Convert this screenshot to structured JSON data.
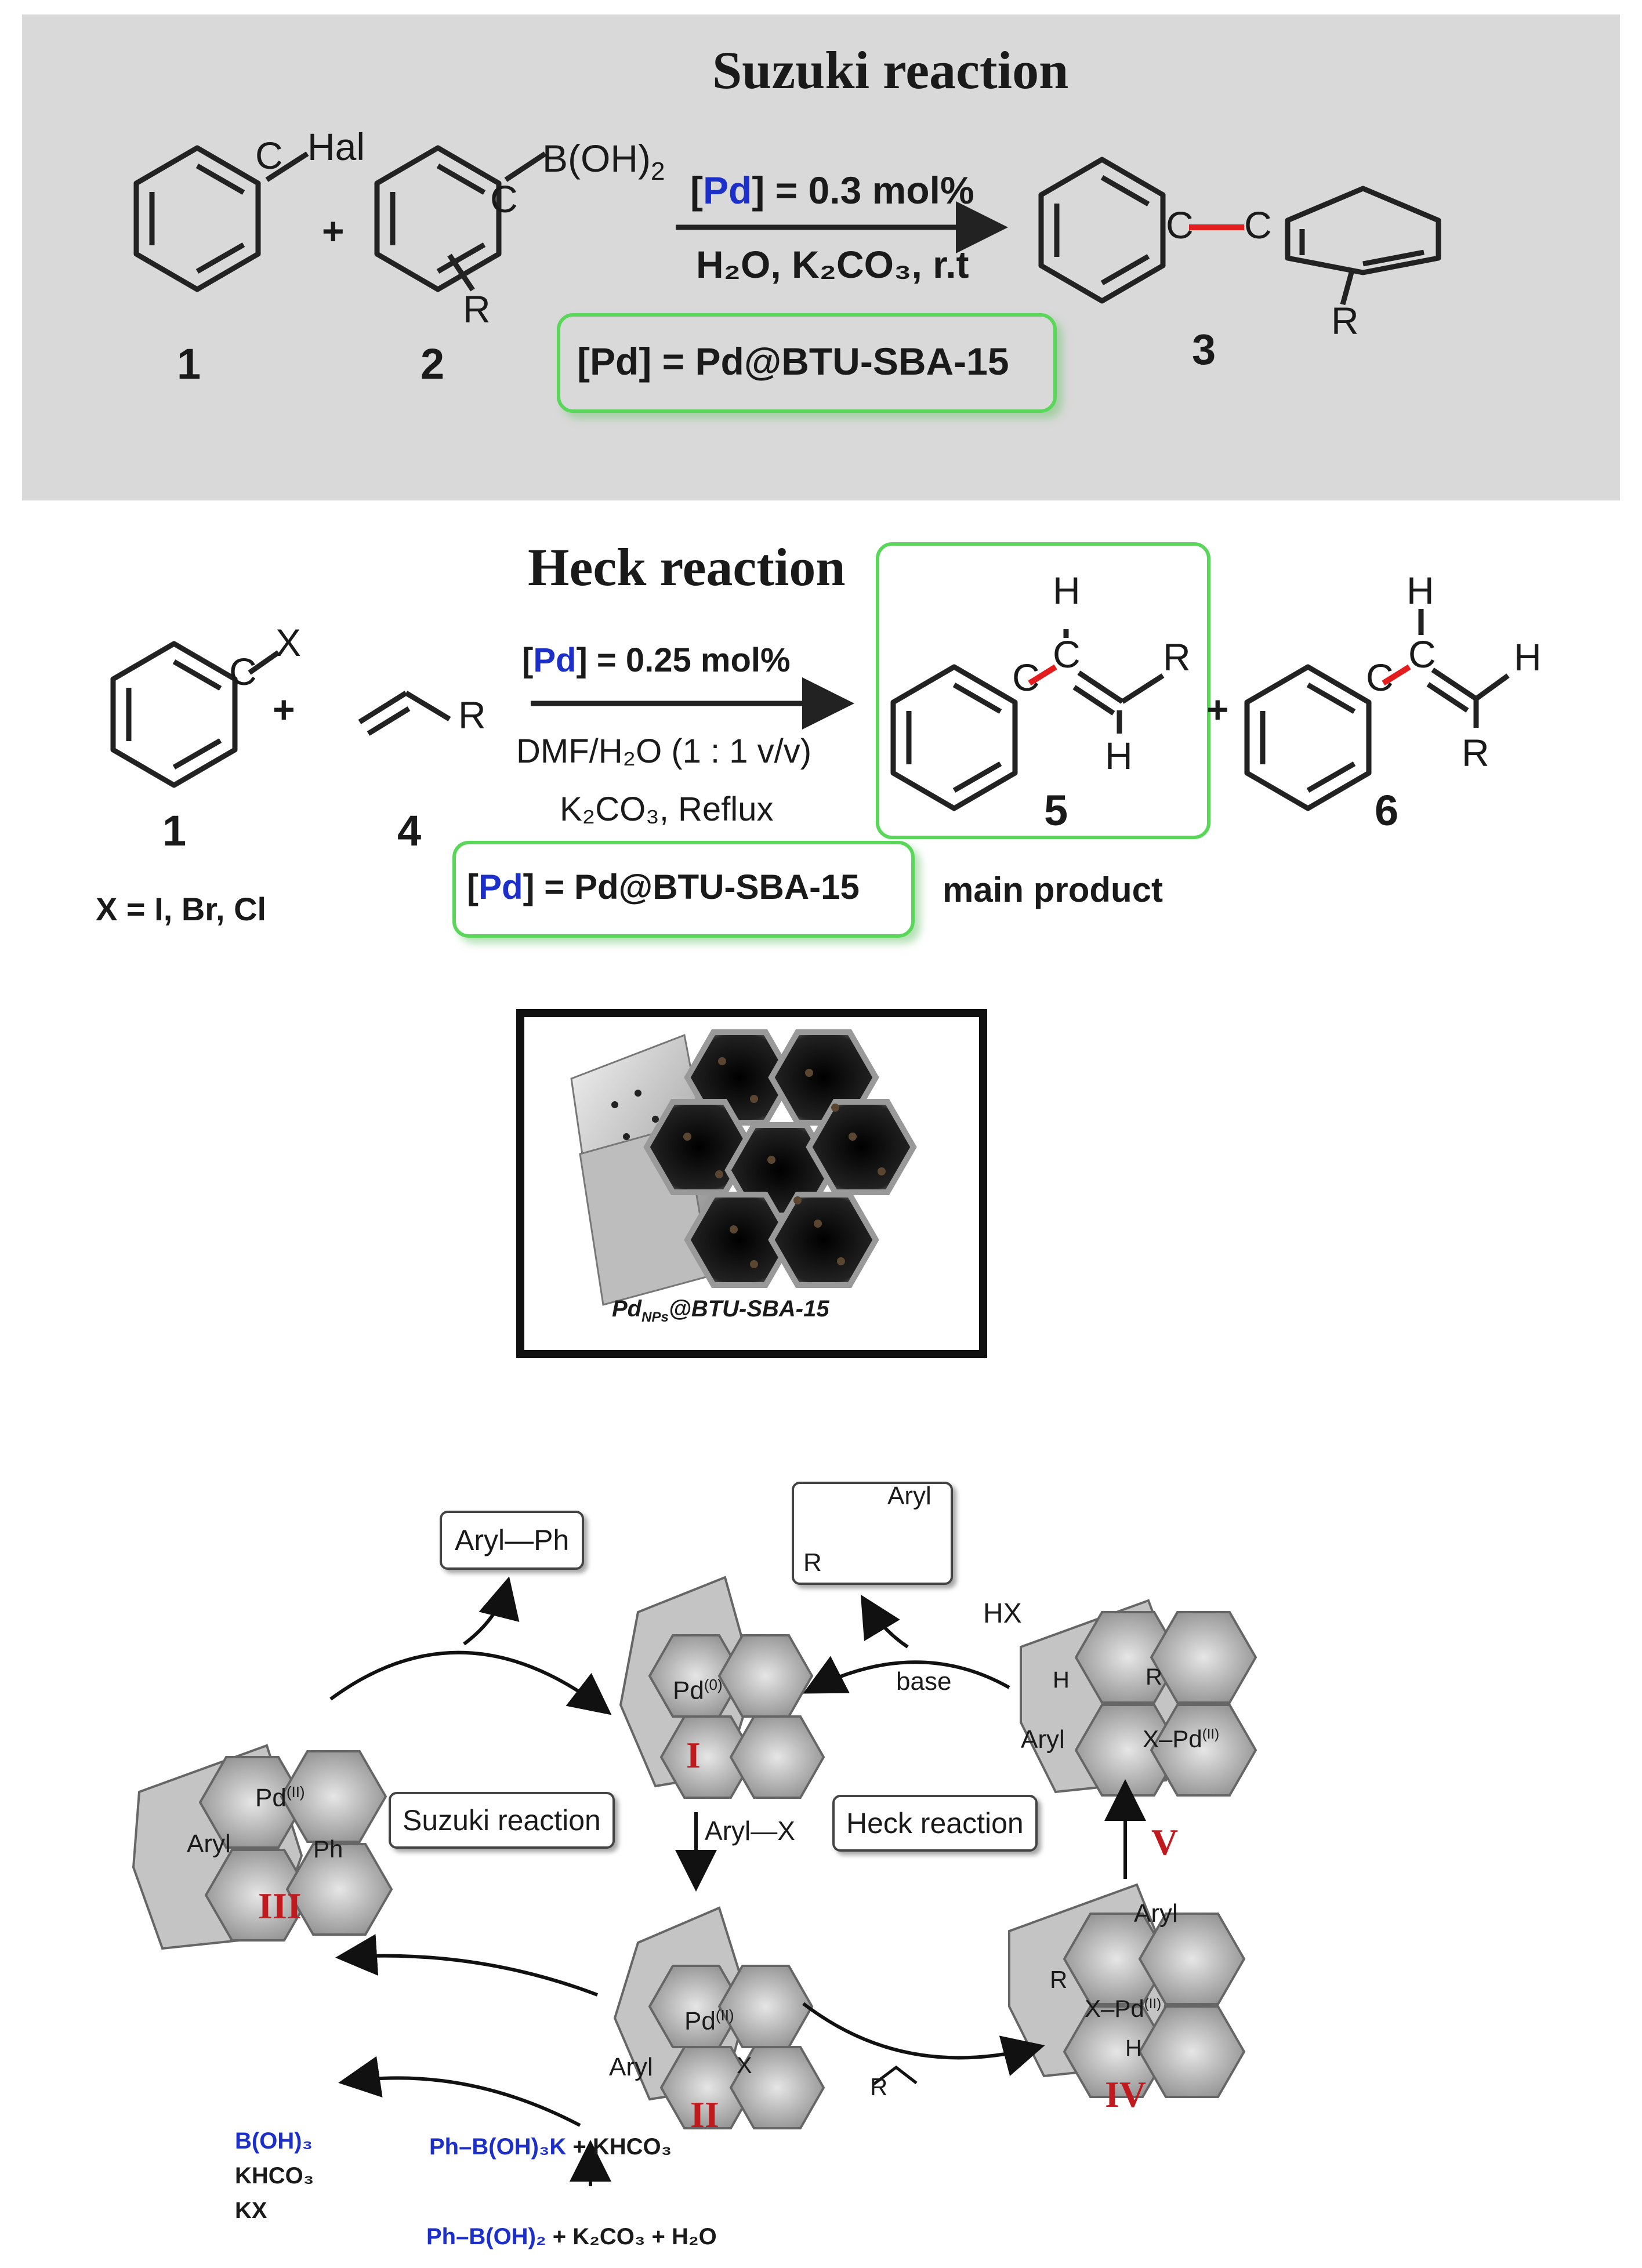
{
  "suzuki": {
    "title": "Suzuki reaction",
    "reactant1": {
      "substituent": "Hal",
      "carbon": "C",
      "number": "1"
    },
    "reactant2": {
      "substituent": "B(OH)",
      "substituent_sub": "2",
      "carbon": "C",
      "r_group": "R",
      "number": "2"
    },
    "plus": "+",
    "conditions": {
      "catalyst_pd": "Pd",
      "catalyst_loading": "] = 0.3 mol%",
      "line2": "H₂O, K₂CO₃, r.t"
    },
    "product": {
      "carbon_left": "C",
      "carbon_right": "C",
      "r_group": "R",
      "number": "3"
    },
    "catalyst_box": "[Pd] = Pd@BTU-SBA-15"
  },
  "heck": {
    "title": "Heck reaction",
    "reactant1": {
      "substituent": "X",
      "carbon": "C",
      "number": "1",
      "note": "X = I, Br, Cl"
    },
    "reactant2": {
      "r_group": "R",
      "number": "4"
    },
    "plus": "+",
    "conditions": {
      "catalyst_pd": "Pd",
      "catalyst_loading": "] = 0.25 mol%",
      "line2": "DMF/H₂O (1 : 1 v/v)",
      "line3": "K₂CO₃, Reflux"
    },
    "product5": {
      "h_top": "H",
      "carbon1": "C",
      "carbon2": "C",
      "r_group": "R",
      "h_bottom": "H",
      "number": "5"
    },
    "product6": {
      "h_top": "H",
      "carbon1": "C",
      "carbon2": "C",
      "h_right": "H",
      "r_group": "R",
      "number": "6"
    },
    "catalyst_box_pd": "Pd",
    "catalyst_box_rest": "] = Pd@BTU-SBA-15",
    "main_product_label": "main product"
  },
  "material": {
    "label_main": "Pd",
    "label_sub": "NPs",
    "label_rest": "@BTU-SBA-15"
  },
  "cycle": {
    "product_suzuki": "Aryl—Ph",
    "product_heck": {
      "aryl": "Aryl",
      "r": "R"
    },
    "HX": "HX",
    "base": "base",
    "suzuki_label": "Suzuki reaction",
    "heck_label": "Heck reaction",
    "aryl_x": "Aryl—X",
    "species": {
      "I": {
        "numeral": "I",
        "pd": "Pd",
        "ox": "(0)"
      },
      "II": {
        "numeral": "II",
        "pd": "Pd",
        "ox": "(II)",
        "aryl": "Aryl",
        "x": "X"
      },
      "III": {
        "numeral": "III",
        "pd": "Pd",
        "ox": "(II)",
        "aryl": "Aryl",
        "ph": "Ph"
      },
      "IV": {
        "numeral": "IV",
        "aryl": "Aryl",
        "r": "R",
        "xpd": "X–Pd",
        "ox": "(II)",
        "h": "H"
      },
      "V": {
        "numeral": "V",
        "h": "H",
        "r": "R",
        "aryl": "Aryl",
        "xpd": "X–Pd",
        "ox": "(II)"
      }
    },
    "alkene_r": "R",
    "byproducts": [
      "B(OH)₃",
      "KHCO₃",
      "KX"
    ],
    "borate": {
      "blue": "Ph–B(OH)₃K",
      "black": " + KHCO₃"
    },
    "boronic": {
      "blue": "Ph–B(OH)₂",
      "black": " + K₂CO₃ + H₂O"
    }
  }
}
